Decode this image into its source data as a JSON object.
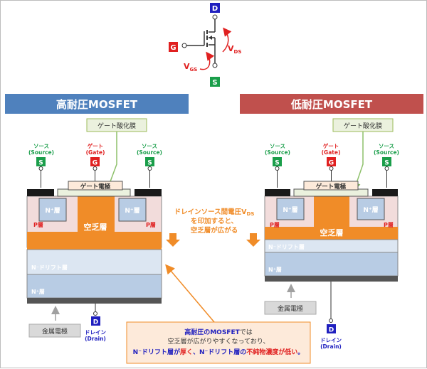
{
  "symbol": {
    "d": "D",
    "g": "G",
    "s": "S",
    "vds": "V",
    "vds_sub": "DS",
    "vgs": "V",
    "vgs_sub": "GS"
  },
  "left": {
    "title": "高耐圧MOSFET",
    "gate_oxide": "ゲート酸化膜",
    "source_label": "ソース",
    "source_en": "(Source)",
    "gate_label": "ゲート",
    "gate_en": "(Gate)",
    "gate_electrode": "ゲート電極",
    "n_plus": "N⁺層",
    "p_layer": "P層",
    "depletion": "空乏層",
    "n_drift": "N⁻ドリフト層",
    "n_plus_bottom": "N⁺層",
    "metal": "金属電極",
    "drain_label": "ドレイン",
    "drain_en": "(Drain)"
  },
  "right": {
    "title": "低耐圧MOSFET",
    "gate_oxide": "ゲート酸化膜",
    "source_label": "ソース",
    "source_en": "(Source)",
    "gate_label": "ゲート",
    "gate_en": "(Gate)",
    "gate_electrode": "ゲート電極",
    "n_plus": "N⁺層",
    "p_layer": "P層",
    "depletion": "空乏層",
    "n_drift": "N⁻ドリフト層",
    "n_plus_bottom": "N⁺層",
    "metal": "金属電極",
    "drain_label": "ドレイン",
    "drain_en": "(Drain)"
  },
  "middle_note": {
    "line1": "ドレインソース間電圧V",
    "line1_sub": "DS",
    "line2": "を印加すると、",
    "line3": "空乏層が広がる"
  },
  "callout": {
    "line1_a": "高耐圧のMOSFET",
    "line1_b": "では",
    "line2": "空乏層が広がりやすくなっており、",
    "line3_a": "N⁻ドリフト層が",
    "line3_b": "厚く",
    "line3_c": "、N⁻ドリフト層の",
    "line3_d": "不純物濃度が低い",
    "line3_e": "。"
  },
  "colors": {
    "title_left_bg": "#4f81bd",
    "title_right_bg": "#c0504d",
    "drain_marker": "#1f1fbf",
    "gate_marker": "#e02020",
    "source_marker": "#1a9e4a",
    "depletion": "#f08c28",
    "p_layer": "#f2dcdb",
    "n_drift": "#dce6f2",
    "n_plus_bottom": "#b8cce4",
    "n_plus_well": "#b8cce4",
    "annotation_orange": "#f08c28",
    "callout_bg": "#fdeada"
  }
}
